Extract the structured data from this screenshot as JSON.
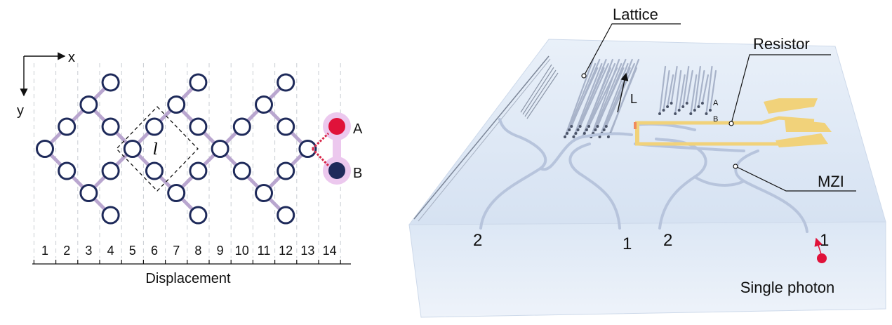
{
  "panel_left": {
    "axis_x": "x",
    "axis_y": "y",
    "length_symbol": "l",
    "port_a": "A",
    "port_b": "B",
    "column_numbers": [
      "1",
      "2",
      "3",
      "4",
      "5",
      "6",
      "7",
      "8",
      "9",
      "10",
      "11",
      "12",
      "13",
      "14"
    ],
    "x_axis_title": "Displacement",
    "colors": {
      "node_stroke": "#1e2a5a",
      "bond": "#b9a6cf",
      "port_a_fill": "#e0123a",
      "port_b_fill": "#1e2a5a",
      "halo": "#ecc8ee",
      "coupling": "#d9284a"
    }
  },
  "panel_right": {
    "lattice_label": "Lattice",
    "resistor_label": "Resistor",
    "mzi_label": "MZI",
    "length_label": "L",
    "lattice_port_a": "A",
    "lattice_port_b": "B",
    "port_numbers": [
      "2",
      "1",
      "2",
      "1"
    ],
    "photon_label": "Single photon",
    "colors": {
      "chip": "#dde8f5",
      "waveguide": "#b7c4dc",
      "electrode": "#f1d27a",
      "photon": "#e0123a"
    }
  }
}
